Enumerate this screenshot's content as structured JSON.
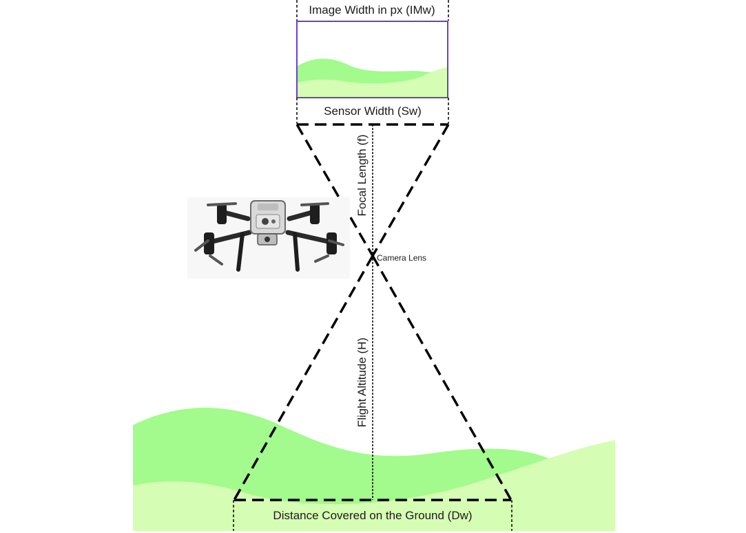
{
  "labels": {
    "image_width": "Image Width in px (IMw)",
    "sensor_width": "Sensor Width (Sw)",
    "focal_length": "Focal Length (f)",
    "camera_lens": "Camera Lens",
    "flight_altitude": "Flight Altitude (H)",
    "ground_distance": "Distance Covered on the Ground (Dw)"
  },
  "icons": {
    "drone": "drone-icon"
  },
  "colors": {
    "sensor_border": "#6a3fd0",
    "hill_dark": "#a2fb8c",
    "hill_light": "#d6fdb4",
    "line": "#000000"
  }
}
